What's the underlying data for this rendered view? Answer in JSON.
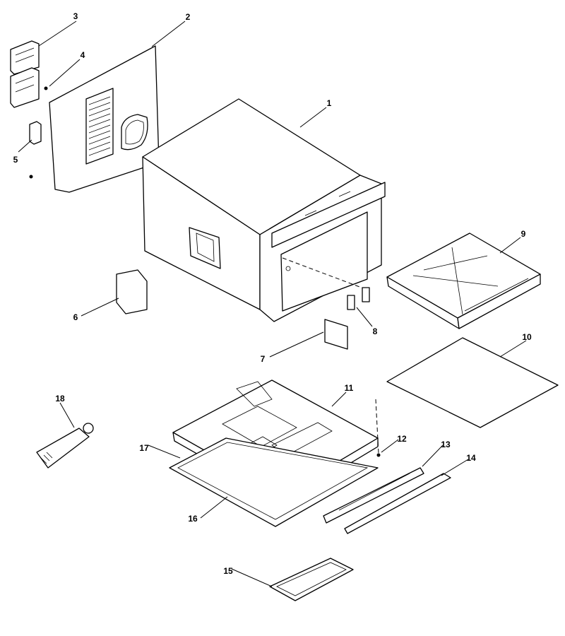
{
  "callouts": [
    "1",
    "2",
    "3",
    "4",
    "5",
    "6",
    "7",
    "8",
    "9",
    "10",
    "11",
    "12",
    "13",
    "14",
    "15",
    "16",
    "17",
    "18"
  ],
  "colors": {
    "line": "#000000",
    "background": "#ffffff"
  }
}
